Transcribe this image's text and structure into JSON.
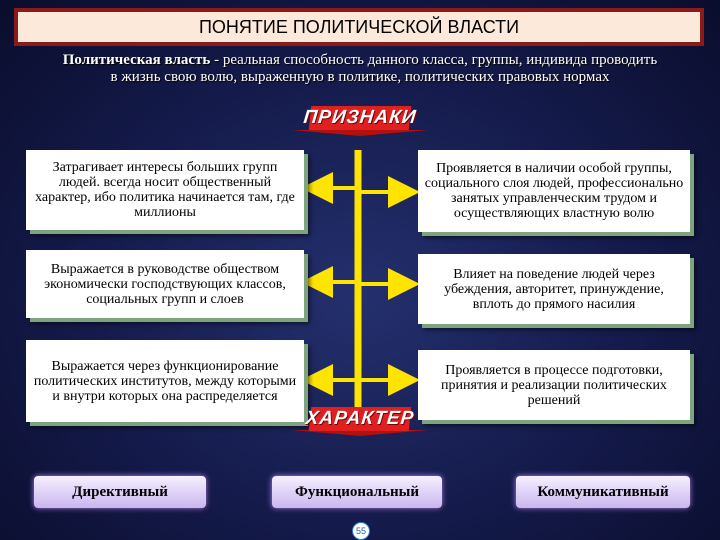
{
  "title": "ПОНЯТИЕ ПОЛИТИЧЕСКОЙ ВЛАСТИ",
  "definition": {
    "term": "Политическая власть",
    "text": " - реальная способность данного класса, группы, индивида проводить в жизнь свою волю, выраженную в политике, политических правовых нормах"
  },
  "banners": {
    "features": "ПРИЗНАКИ",
    "character": "ХАРАКТЕР"
  },
  "features_left": [
    "Затрагивает интересы больших групп людей. всегда носит общественный характер, ибо политика начинается там, где миллионы",
    "Выражается в руководстве обществом экономически господствующих классов, социальных групп и слоев",
    "Выражается через функционирование политических институтов, между которыми и внутри которых она распределяется"
  ],
  "features_right": [
    "Проявляется в наличии особой группы, социального слоя людей, профессионально занятых управленческим трудом и осуществляющих властную волю",
    "Влияет на поведение людей через убеждения, авторитет, принуждение, вплоть до прямого насилия",
    "Проявляется в процессе подготовки, принятия и реализации политических решений"
  ],
  "character_types": [
    "Директивный",
    "Функциональный",
    "Коммуникативный"
  ],
  "page_number": "55",
  "colors": {
    "connector": "#ffe400",
    "banner": "#e02020",
    "title_border": "#8b1a1a"
  }
}
